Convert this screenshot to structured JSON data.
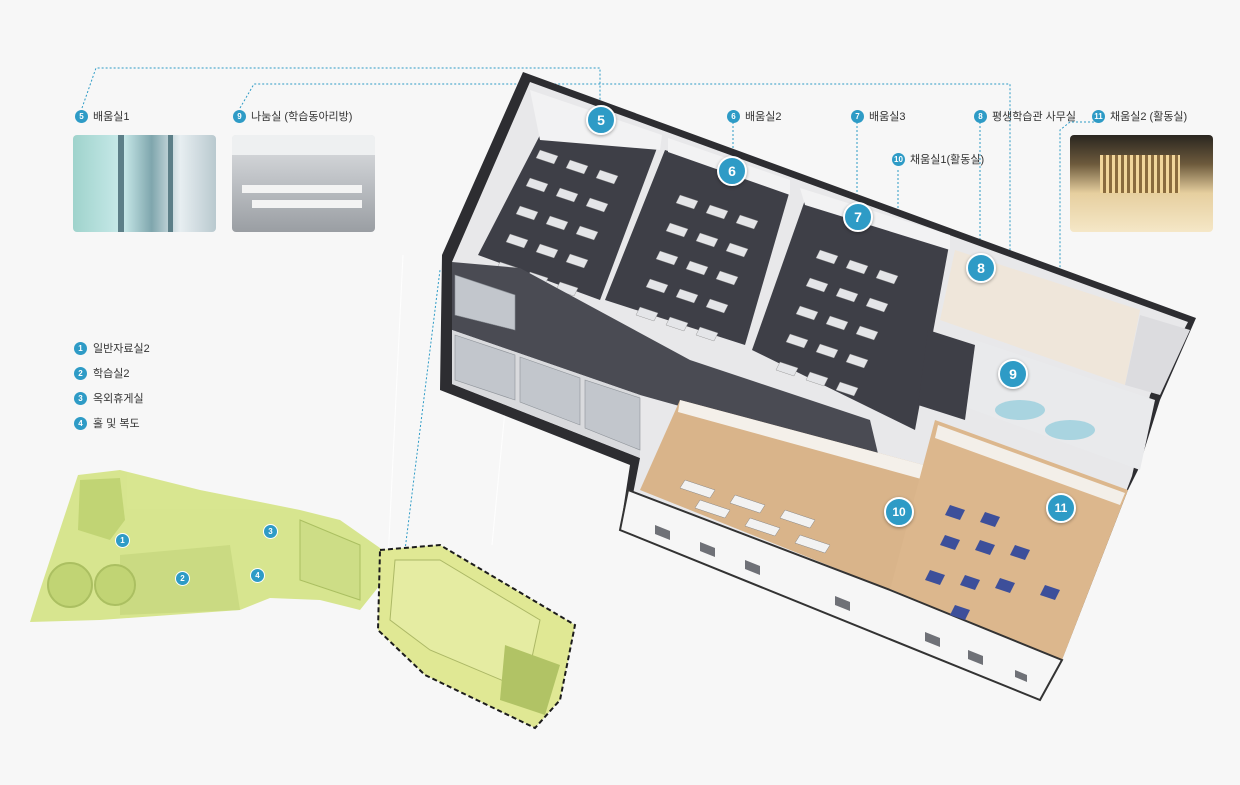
{
  "labels": {
    "room5": {
      "num": "5",
      "text": "배움실1"
    },
    "room9": {
      "num": "9",
      "text": "나눔실 (학습동아리방)"
    },
    "room6": {
      "num": "6",
      "text": "배움실2"
    },
    "room7": {
      "num": "7",
      "text": "배움실3"
    },
    "room8": {
      "num": "8",
      "text": "평생학습관 사무실"
    },
    "room11": {
      "num": "11",
      "text": "채움실2 (활동실)"
    },
    "room10": {
      "num": "10",
      "text": "채움실1(활동실)"
    }
  },
  "legend": [
    {
      "num": "1",
      "text": "일반자료실2"
    },
    {
      "num": "2",
      "text": "학습실2"
    },
    {
      "num": "3",
      "text": "옥외휴게실"
    },
    {
      "num": "4",
      "text": "홀 및 복도"
    }
  ],
  "markers": [
    "5",
    "6",
    "7",
    "8",
    "9",
    "10",
    "11"
  ],
  "minimap_markers": [
    "1",
    "2",
    "3",
    "4"
  ],
  "colors": {
    "accent": "#2e9bc6",
    "minimap": "#d6e58a",
    "floor_dark": "#3e3f47",
    "floor_wood": "#d9b48a"
  }
}
